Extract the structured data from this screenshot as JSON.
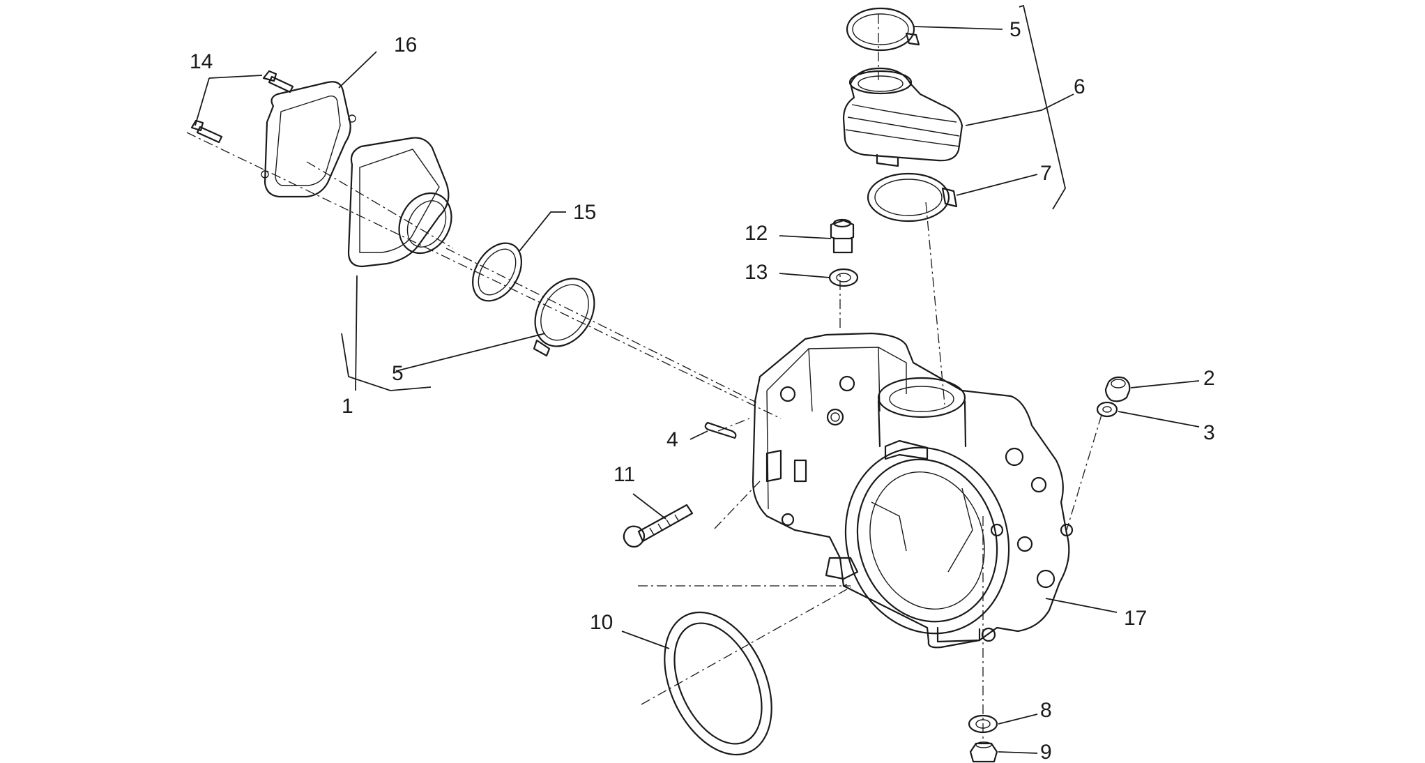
{
  "callouts": [
    {
      "label": "14"
    },
    {
      "label": "16"
    },
    {
      "label": "15"
    },
    {
      "label": "5"
    },
    {
      "label": "1"
    },
    {
      "label": "5"
    },
    {
      "label": "6"
    },
    {
      "label": "7"
    },
    {
      "label": "12"
    },
    {
      "label": "13"
    },
    {
      "label": "2"
    },
    {
      "label": "3"
    },
    {
      "label": "4"
    },
    {
      "label": "11"
    },
    {
      "label": "17"
    },
    {
      "label": "10"
    },
    {
      "label": "8"
    },
    {
      "label": "9"
    }
  ]
}
